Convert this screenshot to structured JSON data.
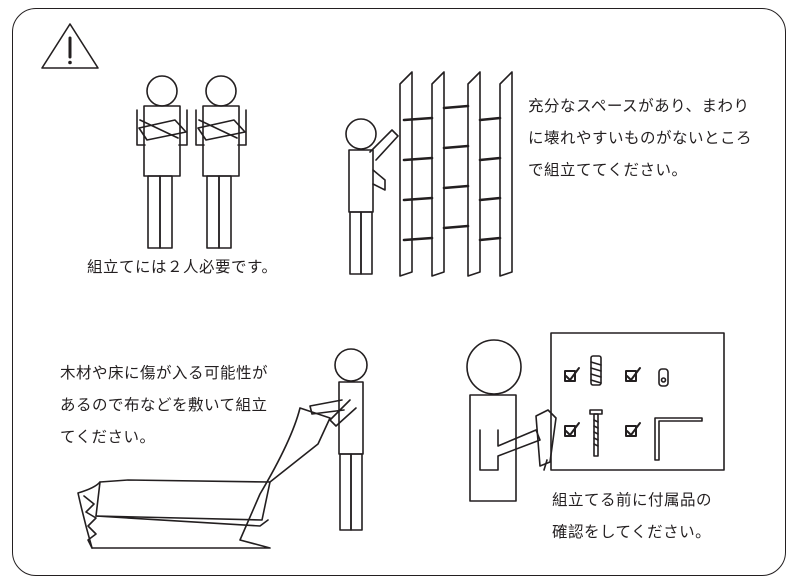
{
  "warning_icon": "warning-triangle-icon",
  "panels": {
    "two_people": {
      "caption": "組立てには２人必要です。"
    },
    "space": {
      "lines": [
        "充分なスペースがあり、まわり",
        "に壊れやすいものがないところ",
        "で組立ててください。"
      ]
    },
    "floor_cloth": {
      "lines": [
        "木材や床に傷が入る可能性が",
        "あるので布などを敷いて組立",
        "てください。"
      ]
    },
    "parts_check": {
      "lines": [
        "組立てる前に付属品の",
        "確認をしてください。"
      ]
    }
  },
  "colors": {
    "stroke": "#231f20",
    "shelf_fill": "#ffffff"
  }
}
